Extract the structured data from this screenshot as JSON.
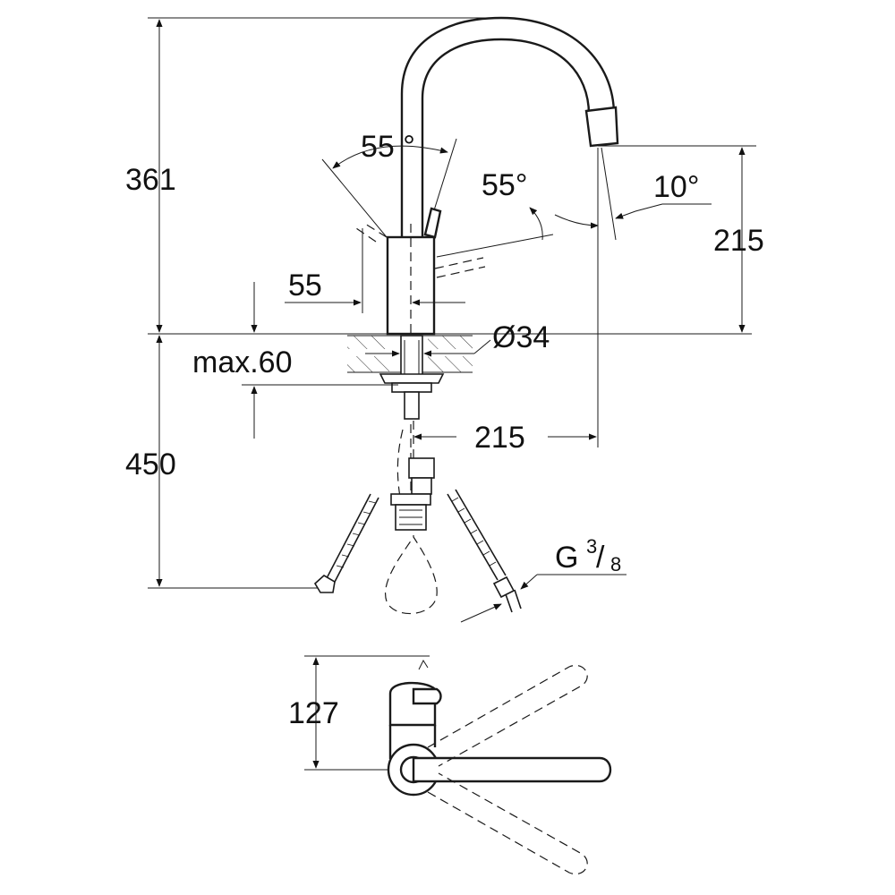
{
  "dimensions": {
    "total_height": "361",
    "below_deck": "450",
    "spout_height": "215",
    "handle_offset": "55",
    "max_thickness": "max.60",
    "hole_diameter": "Ø34",
    "spout_reach": "215",
    "top_view_depth": "127"
  },
  "angles": {
    "lever_angle_a": "55 °",
    "lever_angle_b": "55°",
    "spout_tilt": "10°"
  },
  "connection": {
    "thread_prefix": "G",
    "thread_numerator": "3",
    "thread_denominator": "8"
  }
}
